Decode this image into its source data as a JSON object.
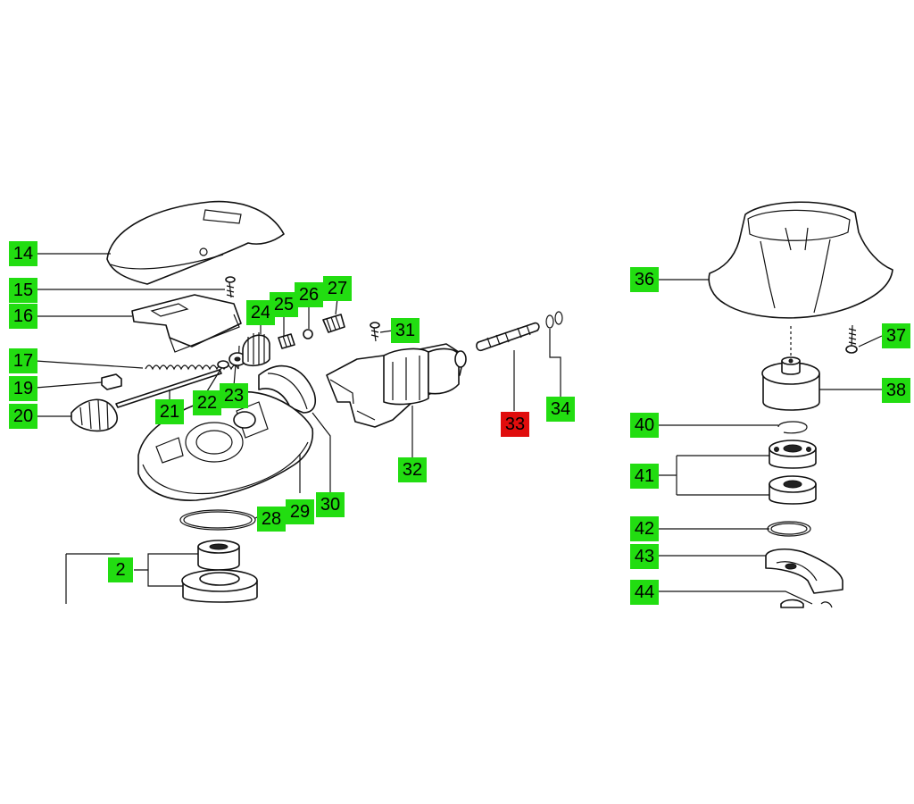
{
  "colors": {
    "label_default": "#22dd11",
    "label_highlight": "#e00d0d",
    "line": "#111111",
    "background": "#ffffff"
  },
  "callouts": [
    {
      "id": "c14",
      "text": "14",
      "state": "default"
    },
    {
      "id": "c15",
      "text": "15",
      "state": "default"
    },
    {
      "id": "c16",
      "text": "16",
      "state": "default"
    },
    {
      "id": "c17",
      "text": "17",
      "state": "default"
    },
    {
      "id": "c19",
      "text": "19",
      "state": "default"
    },
    {
      "id": "c20",
      "text": "20",
      "state": "default"
    },
    {
      "id": "c21",
      "text": "21",
      "state": "default"
    },
    {
      "id": "c22",
      "text": "22",
      "state": "default"
    },
    {
      "id": "c23",
      "text": "23",
      "state": "default"
    },
    {
      "id": "c24",
      "text": "24",
      "state": "default"
    },
    {
      "id": "c25",
      "text": "25",
      "state": "default"
    },
    {
      "id": "c26",
      "text": "26",
      "state": "default"
    },
    {
      "id": "c27",
      "text": "27",
      "state": "default"
    },
    {
      "id": "c28",
      "text": "28",
      "state": "default"
    },
    {
      "id": "c29",
      "text": "29",
      "state": "default"
    },
    {
      "id": "c30",
      "text": "30",
      "state": "default"
    },
    {
      "id": "c31",
      "text": "31",
      "state": "default"
    },
    {
      "id": "c32",
      "text": "32",
      "state": "default"
    },
    {
      "id": "c33",
      "text": "33",
      "state": "highlight"
    },
    {
      "id": "c34",
      "text": "34",
      "state": "default"
    },
    {
      "id": "c2",
      "text": "2",
      "state": "default"
    },
    {
      "id": "c36",
      "text": "36",
      "state": "default"
    },
    {
      "id": "c37",
      "text": "37",
      "state": "default"
    },
    {
      "id": "c38",
      "text": "38",
      "state": "default"
    },
    {
      "id": "c40",
      "text": "40",
      "state": "default"
    },
    {
      "id": "c41",
      "text": "41",
      "state": "default"
    },
    {
      "id": "c42",
      "text": "42",
      "state": "default"
    },
    {
      "id": "c43",
      "text": "43",
      "state": "default"
    },
    {
      "id": "c44",
      "text": "44",
      "state": "default"
    }
  ]
}
